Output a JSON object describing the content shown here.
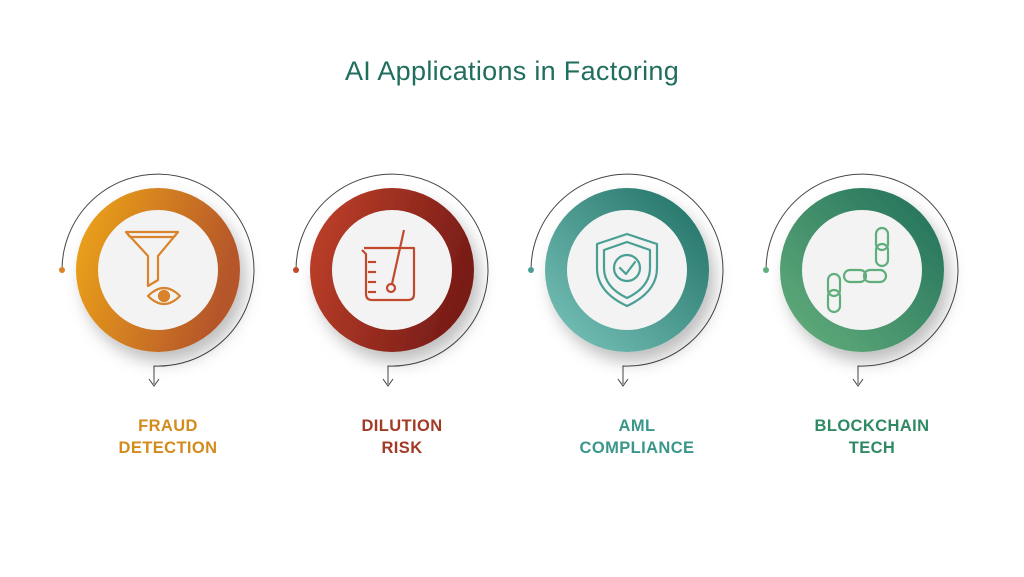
{
  "title": "AI Applications in Factoring",
  "items": [
    {
      "icon": "funnel-eye-icon",
      "line1": "FRAUD",
      "line2": "DETECTION",
      "color": "#d38b1d",
      "grad": [
        "#f0a818",
        "#b5562a"
      ],
      "iconColor": "#d9832a"
    },
    {
      "icon": "beaker-icon",
      "line1": "DILUTION",
      "line2": "RISK",
      "color": "#a33a26",
      "grad": [
        "#c2422a",
        "#7a1d18"
      ],
      "iconColor": "#c14a2e"
    },
    {
      "icon": "shield-check-icon",
      "line1": "AML",
      "line2": "COMPLIANCE",
      "color": "#3a978a",
      "grad": [
        "#7cc6bd",
        "#1d6e62"
      ],
      "iconColor": "#4a9f95"
    },
    {
      "icon": "chain-link-icon",
      "line1": "BLOCKCHAIN",
      "line2": "TECH",
      "color": "#2f8a63",
      "grad": [
        "#66b07c",
        "#1f6e5a"
      ],
      "iconColor": "#5fae7c"
    }
  ]
}
